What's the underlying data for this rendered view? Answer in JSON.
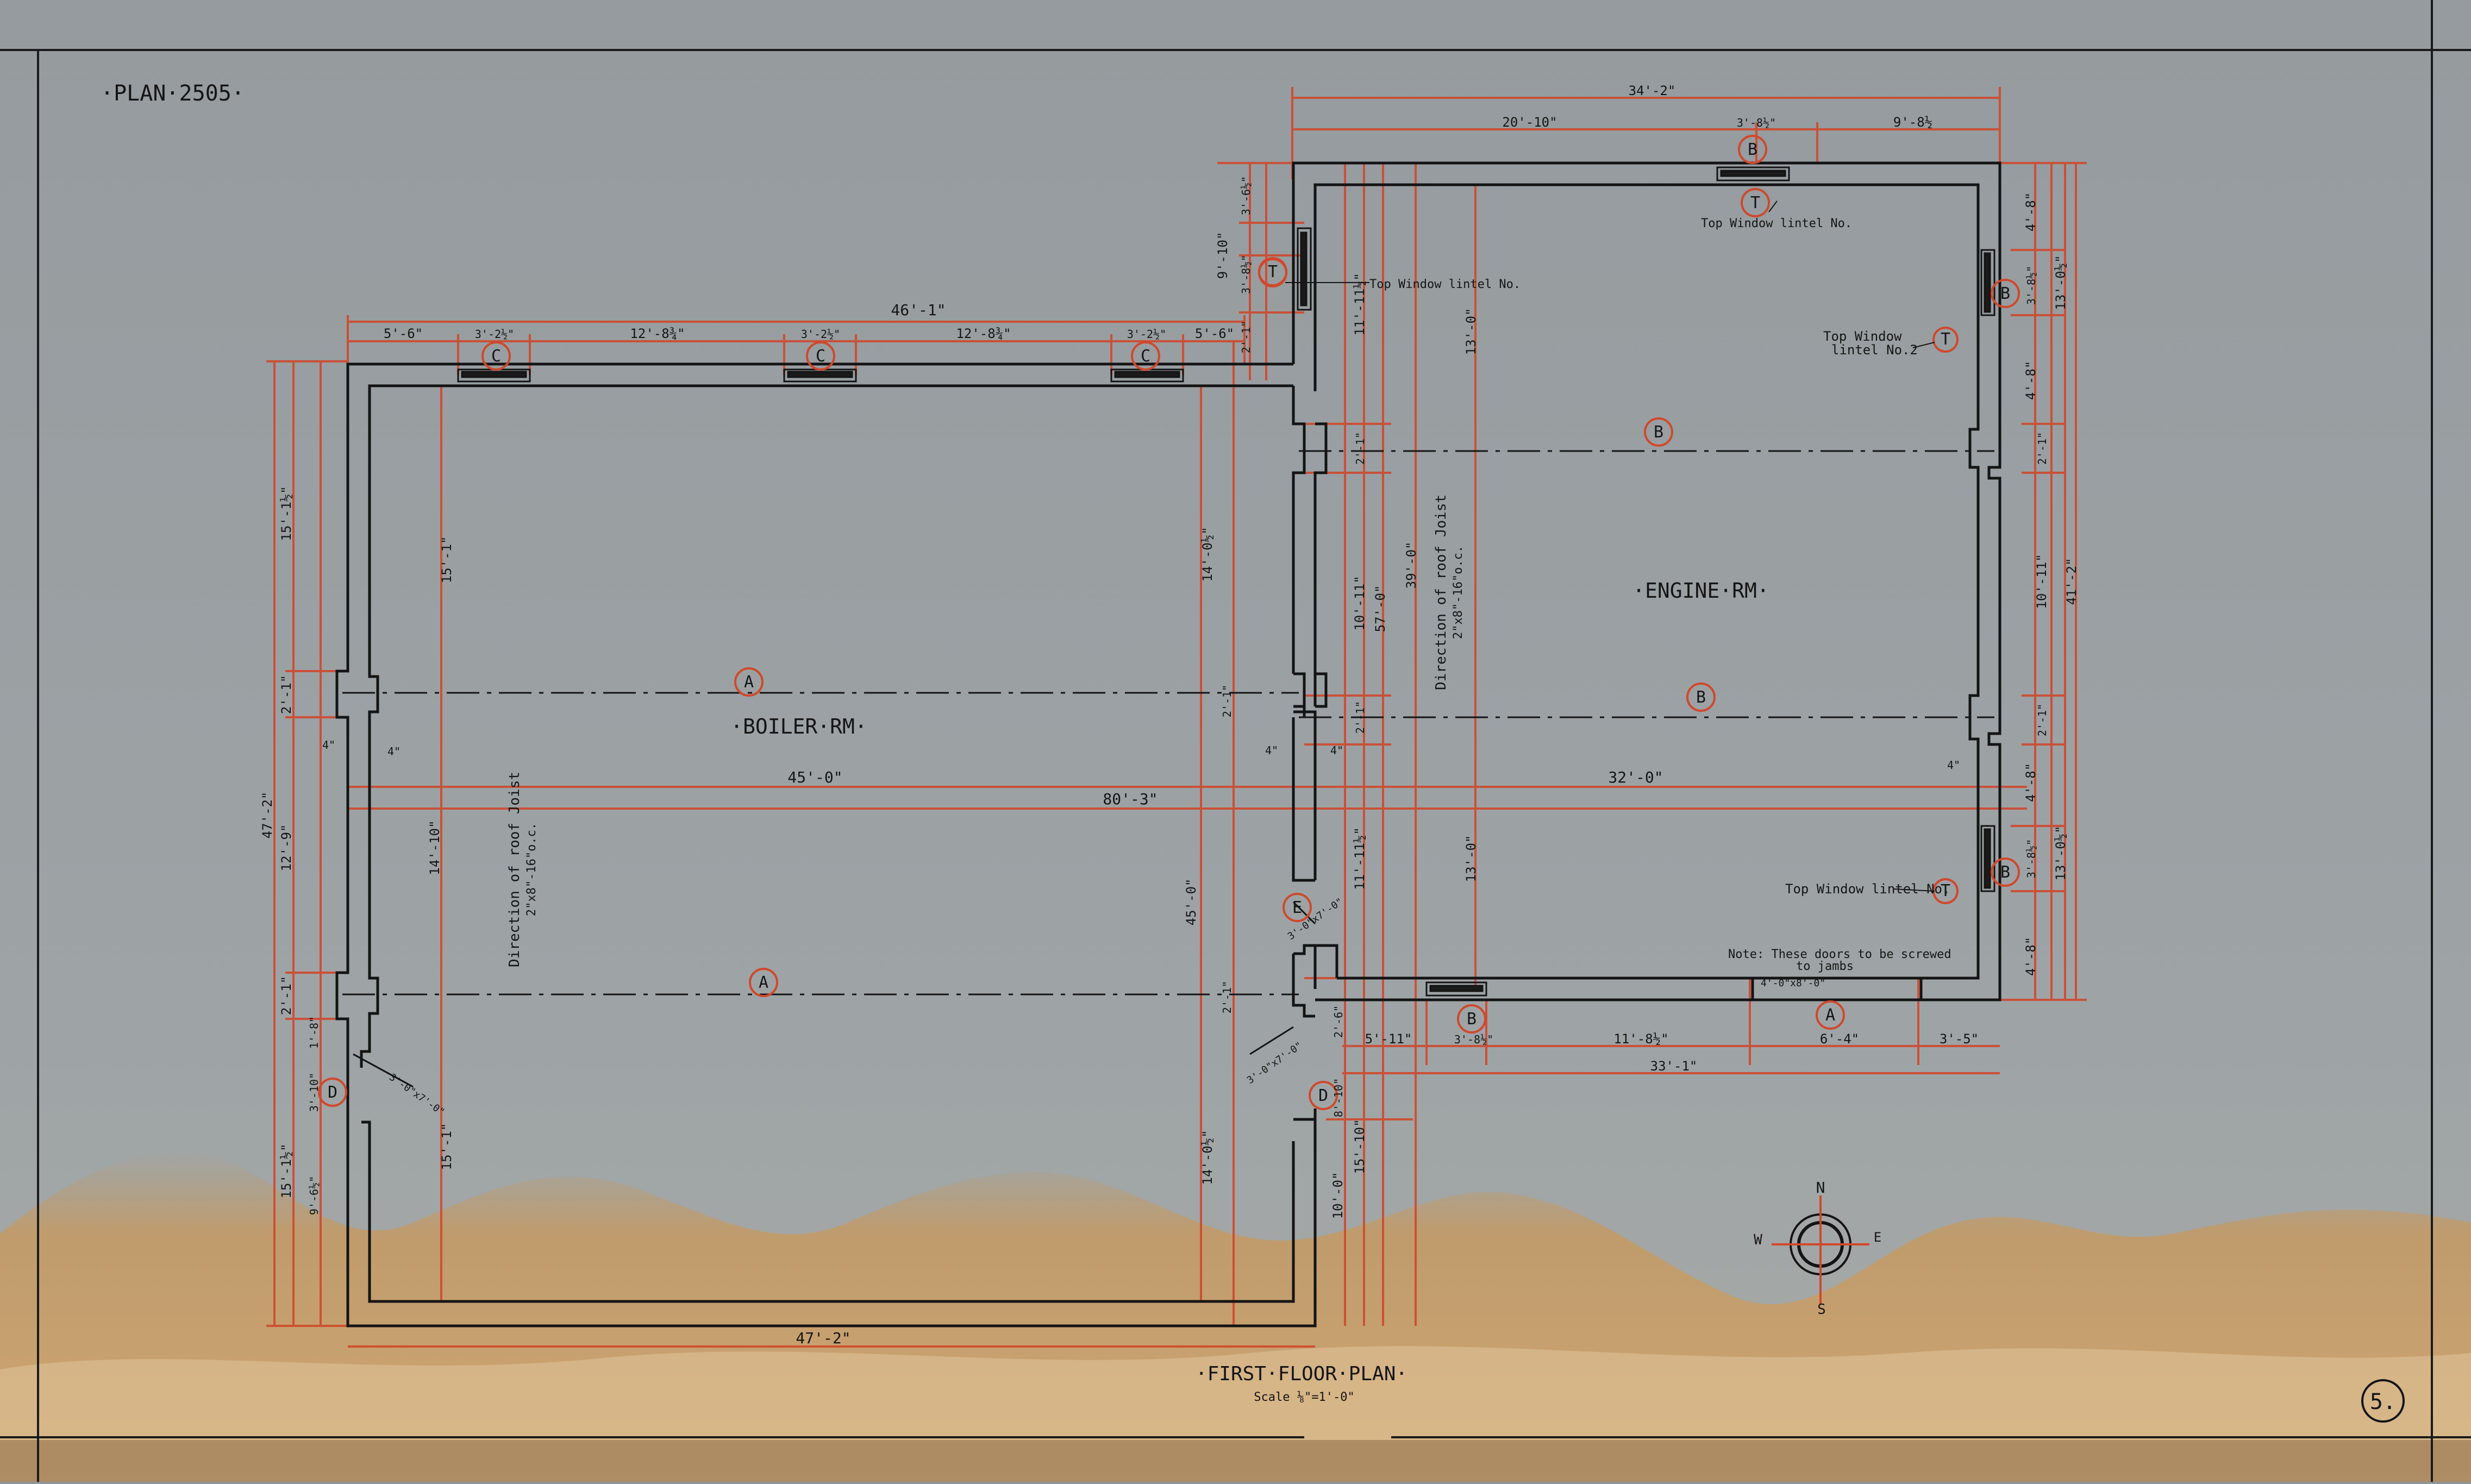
{
  "sheet": {
    "plan_number": "·PLAN·2505·",
    "sheet_number": "5.",
    "title": "·FIRST·FLOOR·PLAN·",
    "scale": "Scale ⅛\"=1'-0\""
  },
  "colors": {
    "paper": "#9aa0a3",
    "wall_ink": "#141414",
    "dimension_red": "#d0482c",
    "stain": "#c99a5e"
  },
  "rooms": {
    "boiler": "·BOILER·RM·",
    "engine": "·ENGINE·RM·"
  },
  "north_arrow": {
    "n": "N",
    "w": "W",
    "e": "E",
    "s": "S"
  },
  "dimensions": {
    "top_overall": "34'-2\"",
    "top_left": "20'-10\"",
    "top_window": "3'-8½\"",
    "top_right": "9'-8½",
    "boiler_overall": "46'-1\"",
    "boiler_s1": "5'-6\"",
    "boiler_w1": "3'-2½\"",
    "boiler_s2": "12'-8¾\"",
    "boiler_w2": "3'-2½\"",
    "boiler_s3": "12'-8¾\"",
    "boiler_w3": "3'-2½\"",
    "boiler_s4": "5'-6\"",
    "inner_boiler": "45'-0\"",
    "inner_engine": "32'-0\"",
    "overall_length": "80'-3\"",
    "bottom_overall": "47'-2\"",
    "engine_bottom_overall": "33'-1\"",
    "eb1": "5'-11\"",
    "eb2": "3'-8½\"",
    "eb3": "11'-8½\"",
    "eb4": "6'-4\"",
    "eb5": "3'-5\"",
    "left_overall": "47'-2\"",
    "left_upper": "15'-1½\"",
    "left_mid": "12'-9\"",
    "left_lower": "15'-1½\"",
    "left_2a": "2'-1\"",
    "left_2b": "2'-1\"",
    "left_small": "3'-10\"",
    "left_small2": "9'-6½\"",
    "left_small3": "1'-8\"",
    "inner_v1": "15'-1\"",
    "inner_v2": "14'-10\"",
    "inner_v3": "15'-1\"",
    "right_boiler1": "14'-0½\"",
    "right_boiler2": "45'-0\"",
    "right_boiler3": "14'-0½\"",
    "right_boiler_2a": "2'-1\"",
    "right_boiler_2b": "2'-1\"",
    "eng_left_1": "9'-10\"",
    "eng_left_2": "3'-8½\"",
    "eng_left_3": "3'-6½\"",
    "eng_left_4": "2'-1\"",
    "eng_v1": "11'-11½\"",
    "eng_v2": "10'-11\"",
    "eng_v3": "57'-0\"",
    "eng_v4": "11'-11½\"",
    "eng_v5": "15'-10\"",
    "eng_v6": "10'-0\"",
    "eng_v7": "39'-0\"",
    "eng_v8": "13'-0\"",
    "eng_v9": "13'-0\"",
    "eng_v10": "8'-10\"",
    "eng_v11": "2'-6\"",
    "eng_v12": "2'-1\"",
    "eng_v13": "2'-1\"",
    "er1": "4'-8\"",
    "er2": "3'-8½\"",
    "er3": "4'-8\"",
    "er4": "10'-11\"",
    "er5": "4'-8\"",
    "er6": "3'-8½\"",
    "er7": "4'-8\"",
    "er8": "13'-0½\"",
    "er9": "13'-0½\"",
    "er10": "41'-2\"",
    "er11": "2'-1\"",
    "er12": "2'-1\""
  },
  "notes": {
    "joist_boiler": "Direction of roof Joist",
    "joist_boiler_size": "2\"x8\"-16\"o.c.",
    "joist_engine": "Direction of roof Joist",
    "joist_engine_size": "2\"x8\"-16\"o.c.",
    "lintel_top": "Top Window lintel No.",
    "lintel_left": "Top Window lintel No.",
    "lintel_right1": "Top Window",
    "lintel_right1b": "lintel No.2",
    "lintel_right2": "Top Window lintel No.",
    "doors_note1": "Note: These doors to be screwed",
    "doors_note2": "to jambs",
    "door_size": "4'-0\"x8'-0\"",
    "door_d1": "3'-0\"x7'-0\"",
    "door_d2": "3'-0\"x7'-0\"",
    "door_e": "3'-0\"x7'-0\"",
    "dim_4a": "4\"",
    "dim_4b": "4\"",
    "dim_4c": "4\"",
    "dim_4d": "4\"",
    "dim_4e": "4\""
  },
  "tags": {
    "A": "A",
    "B": "B",
    "C": "C",
    "D": "D",
    "E": "E",
    "T": "T"
  }
}
